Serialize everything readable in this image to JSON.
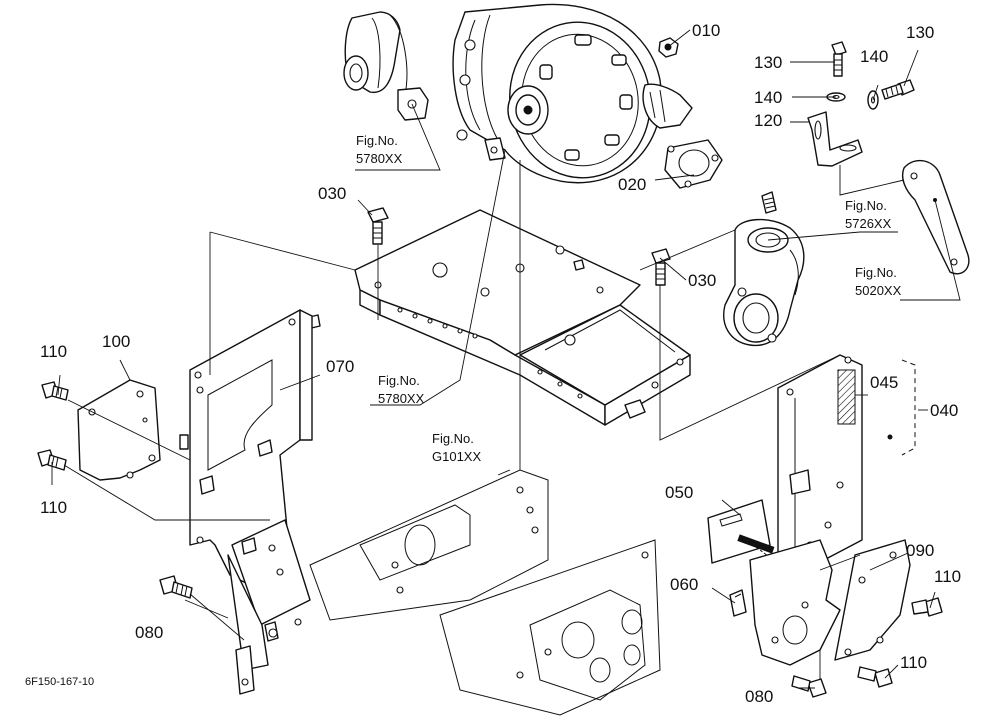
{
  "diagram": {
    "drawing_code": "6F150-167-10",
    "part_numbers": [
      "010",
      "020",
      "030",
      "030",
      "040",
      "045",
      "050",
      "060",
      "070",
      "080",
      "080",
      "090",
      "100",
      "110",
      "110",
      "110",
      "110",
      "120",
      "130",
      "130",
      "140",
      "140"
    ],
    "callouts": {
      "p010": "010",
      "p020": "020",
      "p030a": "030",
      "p030b": "030",
      "p040": "040",
      "p045": "045",
      "p050": "050",
      "p060": "060",
      "p070": "070",
      "p080a": "080",
      "p080b": "080",
      "p090": "090",
      "p100": "100",
      "p110a": "110",
      "p110b": "110",
      "p110c": "110",
      "p110d": "110",
      "p120": "120",
      "p130a": "130",
      "p130b": "130",
      "p140a": "140",
      "p140b": "140"
    },
    "figure_refs": {
      "ref_5780_top": {
        "label": "Fig.No.",
        "number": "5780XX"
      },
      "ref_5780_mid": {
        "label": "Fig.No.",
        "number": "5780XX"
      },
      "ref_5726": {
        "label": "Fig.No.",
        "number": "5726XX"
      },
      "ref_5020": {
        "label": "Fig.No.",
        "number": "5020XX"
      },
      "ref_g101": {
        "label": "Fig.No.",
        "number": "G101XX"
      }
    }
  }
}
